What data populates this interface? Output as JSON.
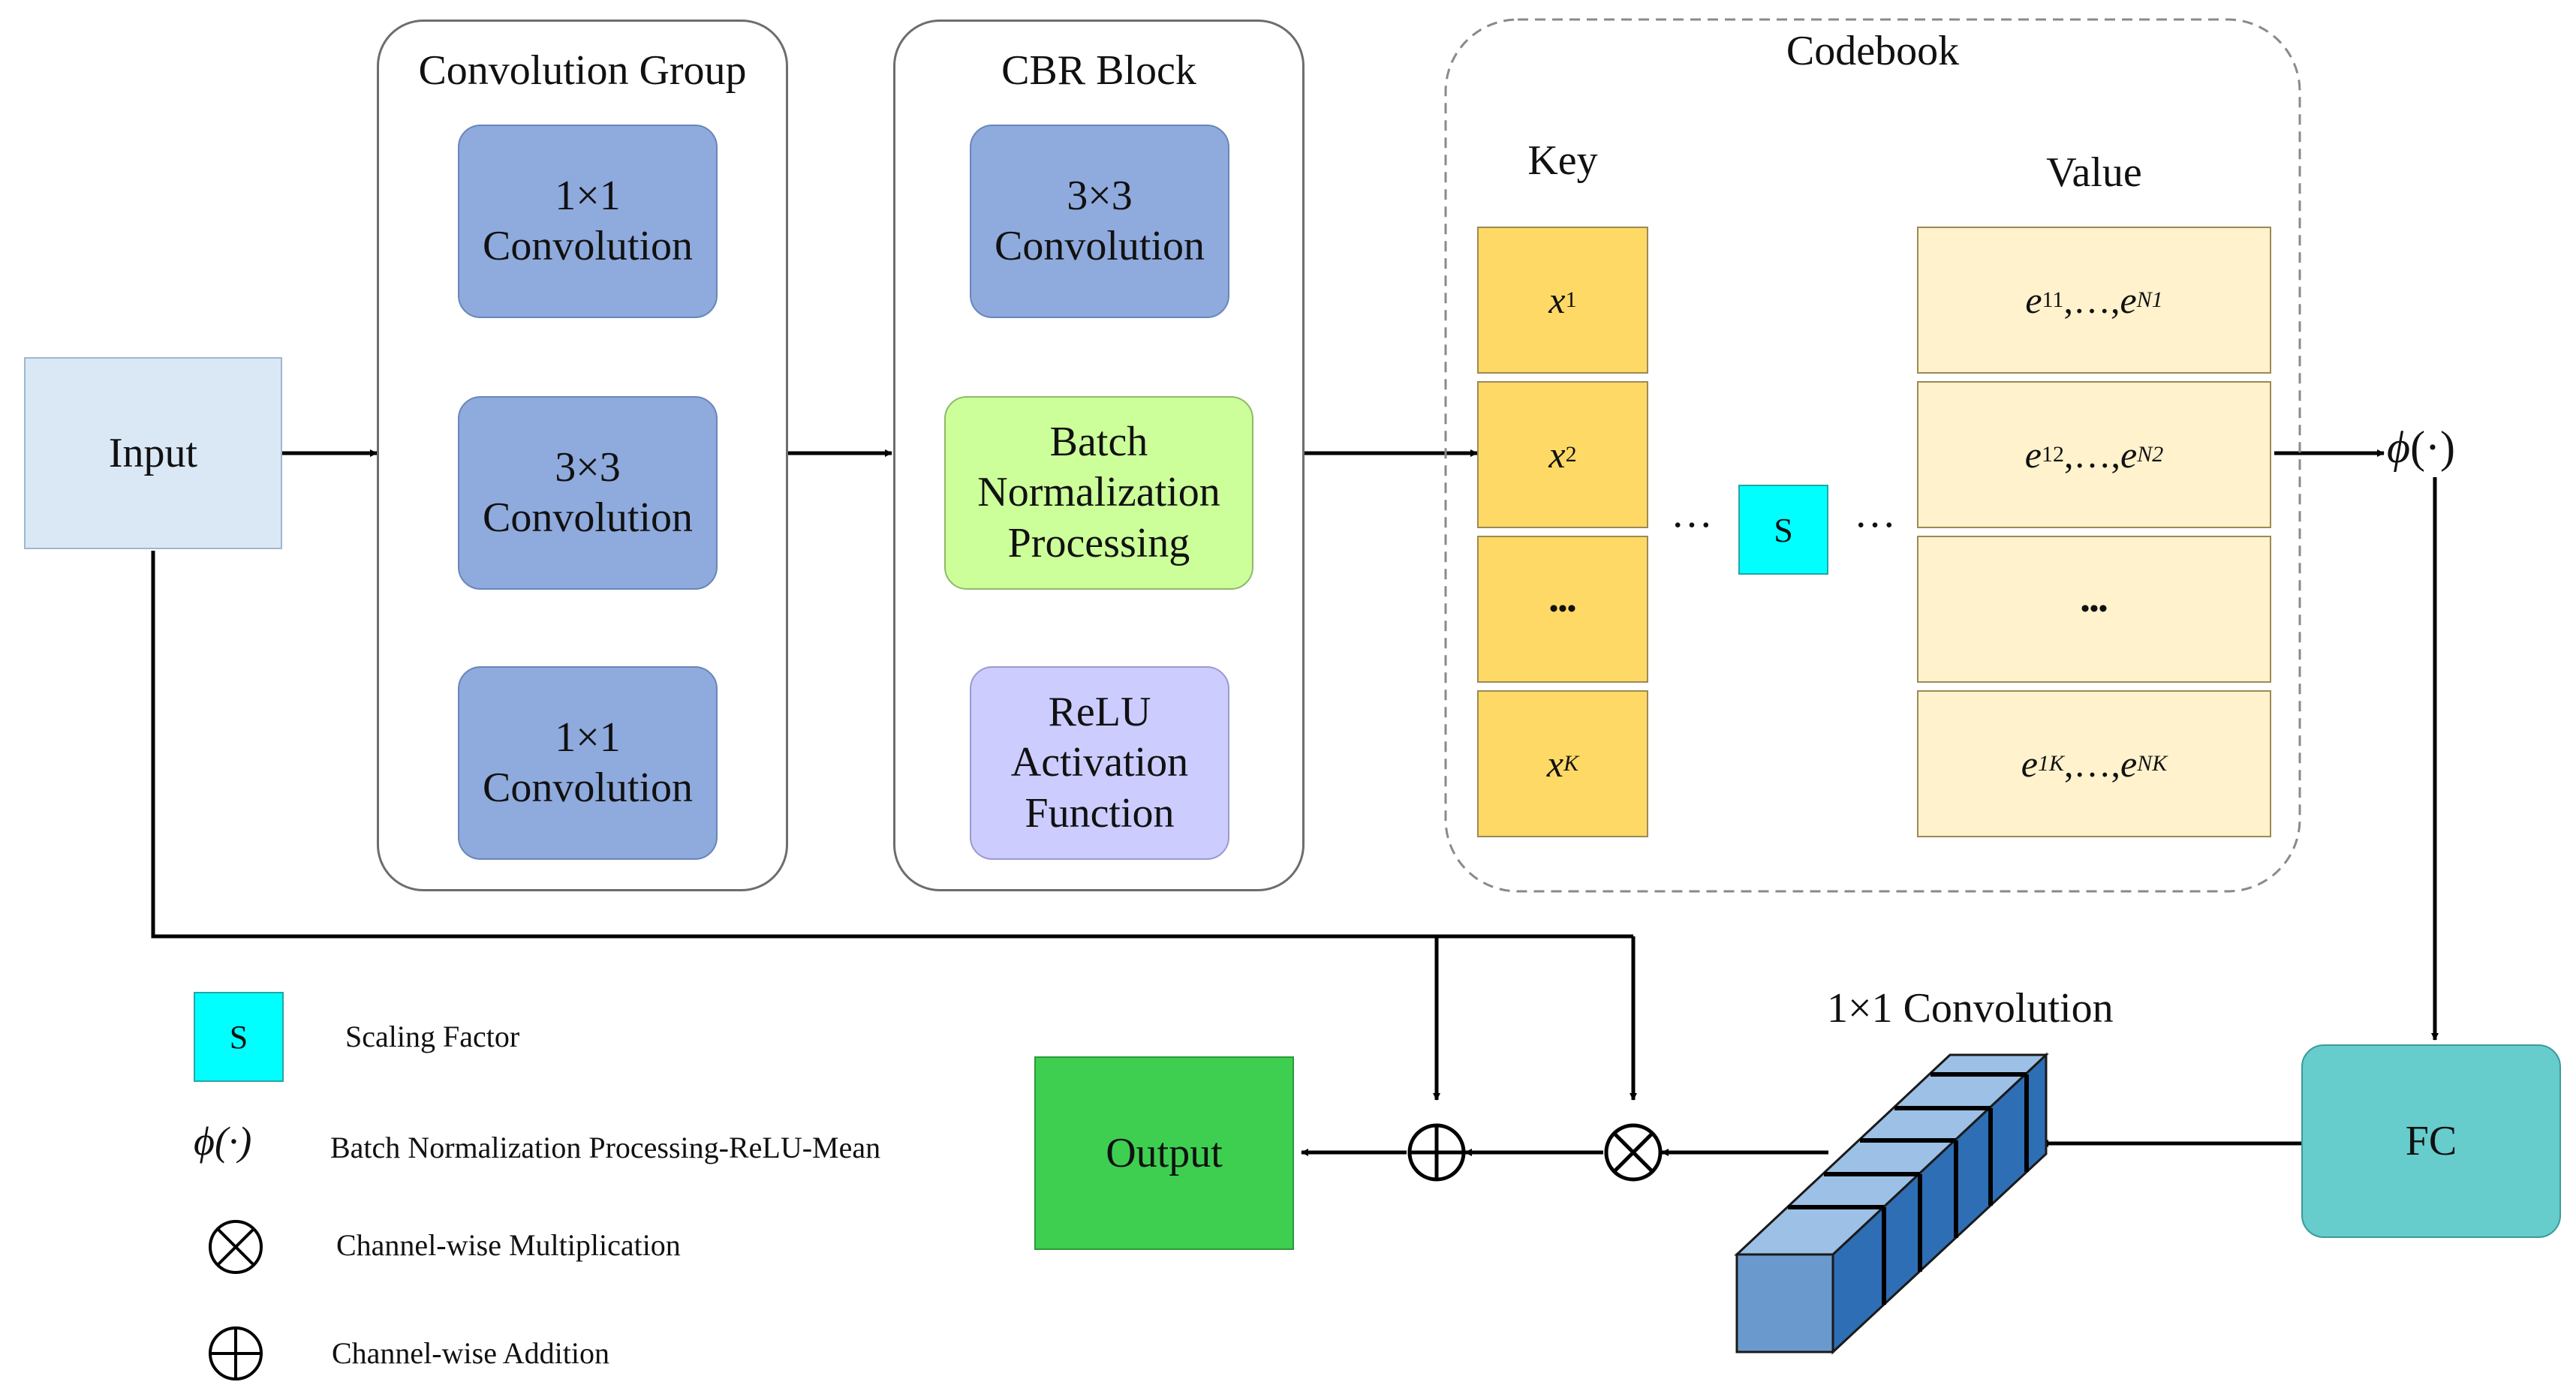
{
  "input_label": "Input",
  "output_label": "Output",
  "convolution_group": {
    "title": "Convolution Group",
    "blocks": [
      {
        "line1": "1×1",
        "line2": "Convolution"
      },
      {
        "line1": "3×3",
        "line2": "Convolution"
      },
      {
        "line1": "1×1",
        "line2": "Convolution"
      }
    ]
  },
  "cbr_block": {
    "title": "CBR  Block",
    "conv": {
      "line1": "3×3",
      "line2": "Convolution"
    },
    "batch_norm": {
      "line1": "Batch",
      "line2": "Normalization",
      "line3": "Processing"
    },
    "relu": {
      "line1": "ReLU",
      "line2": "Activation",
      "line3": "Function"
    }
  },
  "codebook": {
    "title": "Codebook",
    "key_label": "Key",
    "value_label": "Value",
    "keys": [
      {
        "base": "x",
        "sub": "1"
      },
      {
        "base": "x",
        "sub": "2"
      },
      {
        "dots": "•••"
      },
      {
        "base": "x",
        "sub": "K"
      }
    ],
    "values": [
      {
        "a": "e",
        "asub": "11",
        "mid": ",…,",
        "b": "e",
        "bsub": "N1"
      },
      {
        "a": "e",
        "asub": "12",
        "mid": ",…,",
        "b": "e",
        "bsub": "N2"
      },
      {
        "dots": "•••"
      },
      {
        "a": "e",
        "asub": "1K",
        "mid": ",…,",
        "b": "e",
        "bsub": "NK"
      }
    ],
    "scale_label": "S",
    "ellipsis_left": "…",
    "ellipsis_right": "…"
  },
  "phi_label": {
    "phi": "ϕ",
    "paren": "(·)"
  },
  "fc_label": "FC",
  "conv1x1_label": "1×1 Convolution",
  "operators": {
    "add": "⊕",
    "mul": "⊗"
  },
  "legend": [
    {
      "symbol": "S",
      "text": "Scaling Factor"
    },
    {
      "symbol": "ϕ(·)",
      "text": "Batch Normalization Processing-ReLU-Mean"
    },
    {
      "symbol": "⊗",
      "text": "Channel-wise Multiplication"
    },
    {
      "symbol": "⊕",
      "text": "Channel-wise Addition"
    }
  ],
  "colors": {
    "input_bg": "#dae7f5",
    "output_bg": "#3ecf50",
    "conv_blue": "#8faadc",
    "batch_green": "#ccff99",
    "relu_lavender": "#ccccff",
    "key_yellow": "#ffd966",
    "value_cream": "#fff2cc",
    "scale_cyan": "#00ffff",
    "fc_teal": "#66cccc",
    "conv_front": "#6a9acd",
    "conv_top": "#9dc0e6",
    "conv_side": "#2e6eb5"
  }
}
